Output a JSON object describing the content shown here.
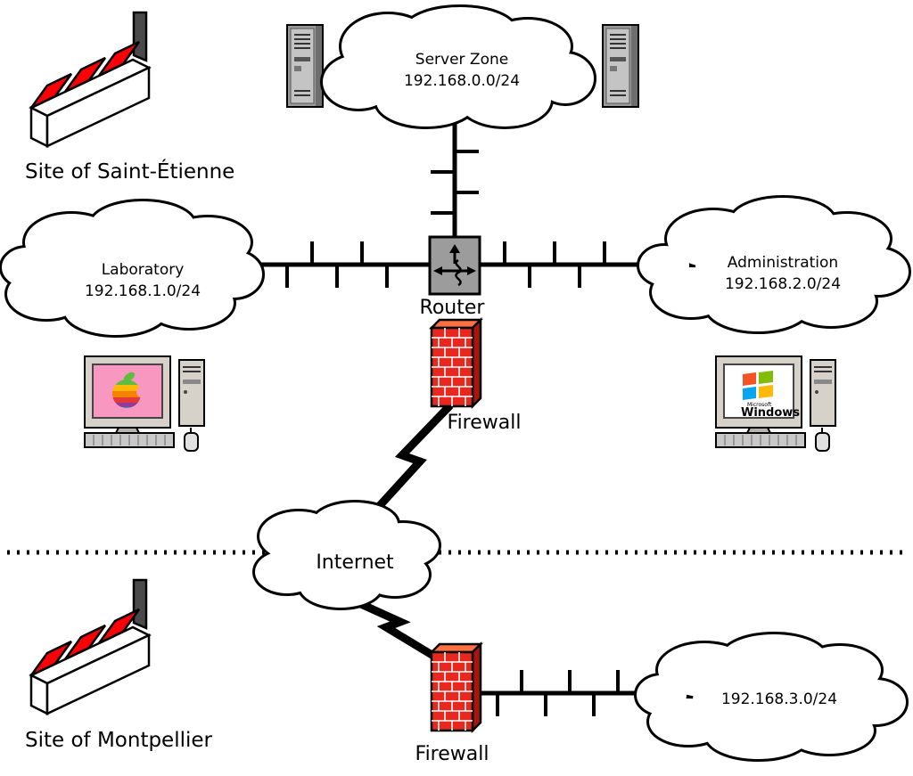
{
  "sites": {
    "saint_etienne_label": "Site of Saint-Étienne",
    "montpellier_label": "Site of Montpellier"
  },
  "networks": {
    "server_zone": {
      "name": "Server Zone",
      "subnet": "192.168.0.0/24"
    },
    "laboratory": {
      "name": "Laboratory",
      "subnet": "192.168.1.0/24"
    },
    "administration": {
      "name": "Administration",
      "subnet": "192.168.2.0/24"
    },
    "internet": {
      "name": "Internet"
    },
    "montpellier_lan": {
      "subnet": "192.168.3.0/24"
    }
  },
  "devices": {
    "router_label": "Router",
    "firewall_top_label": "Firewall",
    "firewall_bottom_label": "Firewall"
  },
  "workstations": {
    "windows_brand_small": "Microsoft",
    "windows_brand": "Windows"
  },
  "colors": {
    "firewall_brick_red": "#e8271f",
    "factory_red": "#fb0007",
    "router_gray": "#9c9c9c",
    "mac_screen_pink": "#f898c0",
    "apple_stripes": [
      "#5ebd3e",
      "#ffb900",
      "#f78200",
      "#e23838",
      "#973999",
      "#009cdf"
    ],
    "windows_logo": [
      "#f35325",
      "#81bc06",
      "#05a6f0",
      "#ffba08"
    ]
  }
}
